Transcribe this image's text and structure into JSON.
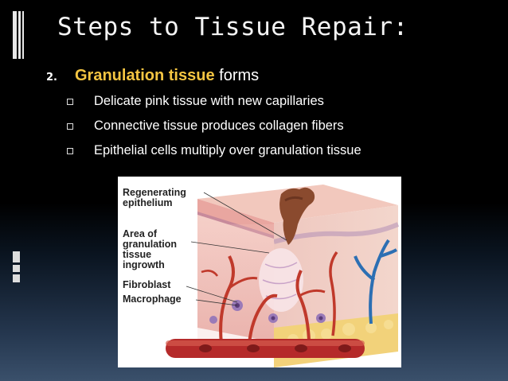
{
  "slide": {
    "title": "Steps to Tissue Repair:",
    "step_number": "2.",
    "step_highlight": "Granulation tissue",
    "step_rest": " forms",
    "bullets": [
      "Delicate pink tissue with new capillaries",
      "Connective tissue produces collagen fibers",
      "Epithelial cells multiply over granulation tissue"
    ],
    "accent_color": "#f4c542"
  },
  "figure": {
    "labels": {
      "regenerating": "Regenerating\nepithelium",
      "granulation": "Area of\ngranulation\ntissue\ningrowth",
      "fibroblast": "Fibroblast",
      "macrophage": "Macrophage"
    }
  }
}
